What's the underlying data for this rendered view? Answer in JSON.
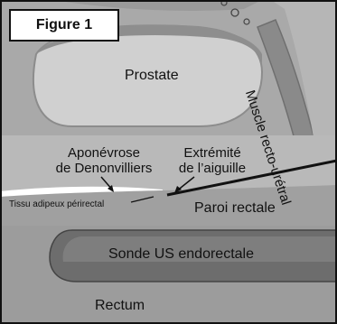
{
  "figure": {
    "title": "Figure 1",
    "labels": {
      "prostate": "Prostate",
      "muscle": "Muscle recto-urétral",
      "fascia_line1": "Aponévrose",
      "fascia_line2": "de Denonvilliers",
      "needle_line1": "Extrémité",
      "needle_line2": "de l’aiguille",
      "perirectal_fat": "Tissu adipeux périrectal",
      "rectal_wall": "Paroi rectale",
      "probe": "Sonde US endorectale",
      "rectum": "Rectum"
    }
  }
}
